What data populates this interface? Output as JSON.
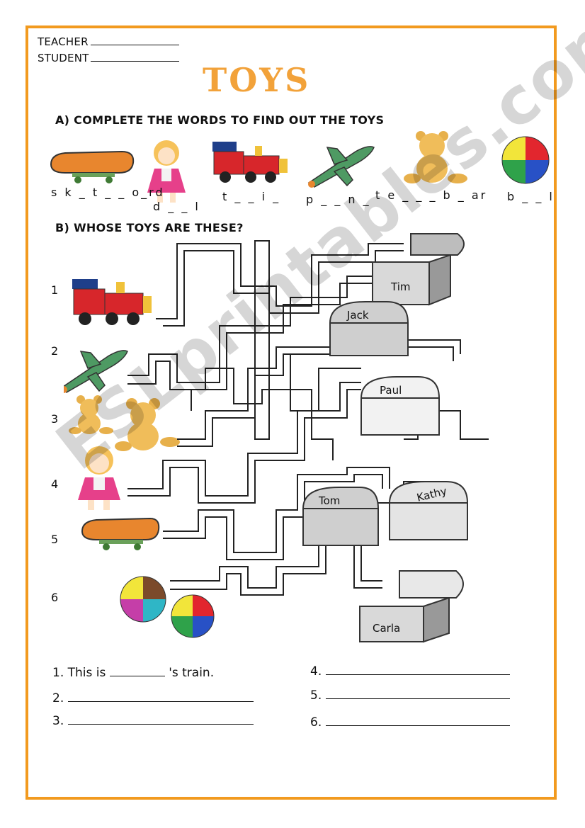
{
  "header": {
    "teacher_label": "TEACHER",
    "student_label": "STUDENT"
  },
  "title": "TOYS",
  "section_a": {
    "heading": "A) COMPLETE THE WORDS TO FIND OUT THE TOYS",
    "items": [
      {
        "icon": "skateboard-icon",
        "blank": "s k _ t _ _ o_rd"
      },
      {
        "icon": "doll-icon",
        "blank": "d _ _ l"
      },
      {
        "icon": "train-icon",
        "blank": "t _ _ i _"
      },
      {
        "icon": "plane-icon",
        "blank": "p _ _ n _"
      },
      {
        "icon": "teddy-bear-icon",
        "blank": "t e _ _ _   b _ ar"
      },
      {
        "icon": "ball-icon",
        "blank": "b _ _ l"
      }
    ]
  },
  "section_b": {
    "heading": "B) WHOSE TOYS ARE THESE?",
    "numbers": [
      "1",
      "2",
      "3",
      "4",
      "5",
      "6"
    ],
    "chests": [
      "Tim",
      "Jack",
      "Paul",
      "Tom",
      "Kathy",
      "Carla"
    ]
  },
  "answers": {
    "a1": {
      "num": "1.",
      "prefix": "This is",
      "suffix": "'s train."
    },
    "a2": {
      "num": "2."
    },
    "a3": {
      "num": "3."
    },
    "a4": {
      "num": "4."
    },
    "a5": {
      "num": "5."
    },
    "a6": {
      "num": "6."
    }
  },
  "watermark": "ESLprintables.com",
  "colors": {
    "border": "#f29a1f",
    "title": "#f2a23a"
  }
}
